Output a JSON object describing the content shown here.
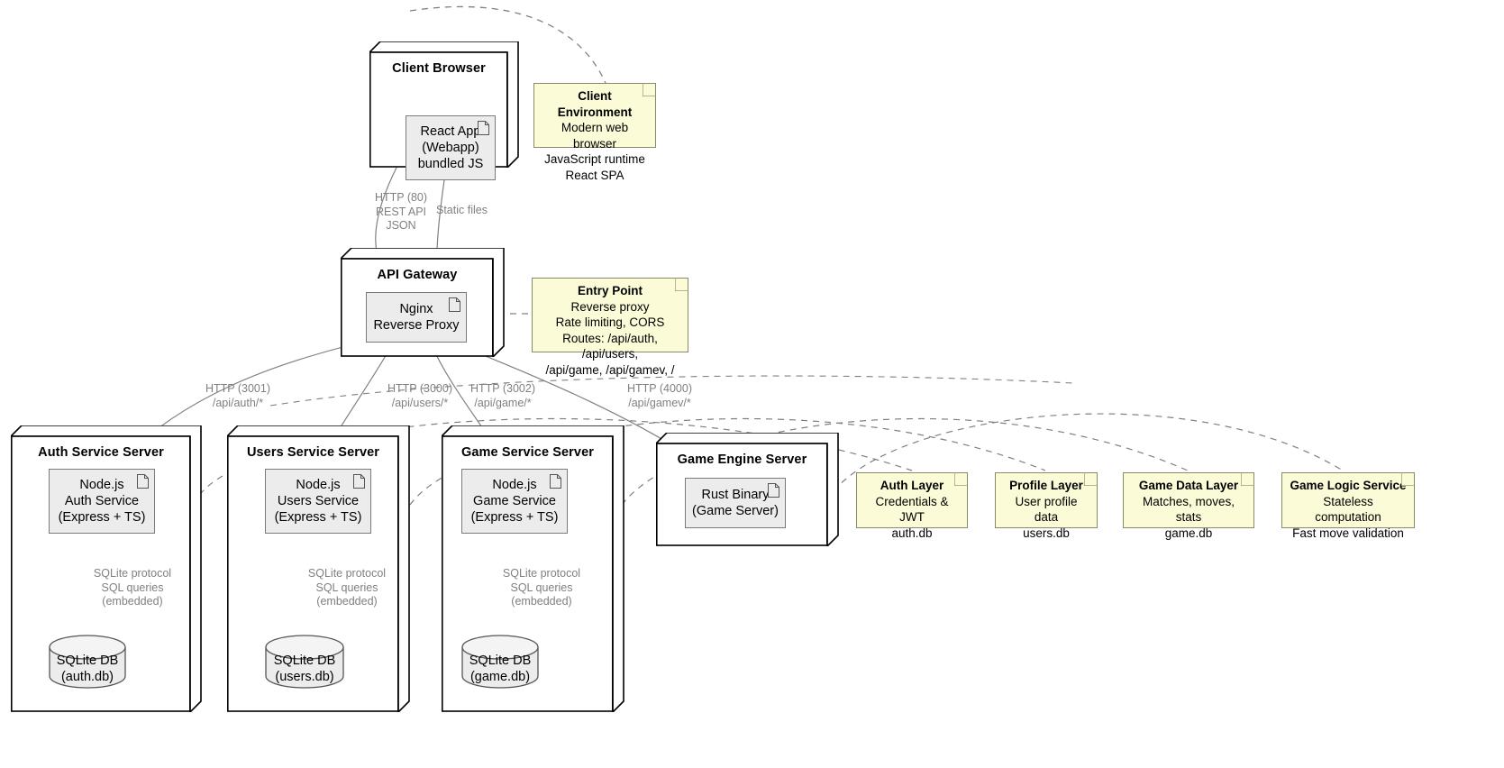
{
  "diagram": {
    "type": "uml-deployment",
    "title": "Service architecture deployment diagram"
  },
  "nodes": [
    {
      "id": "client-browser",
      "title": "Client Browser",
      "component": "React App\n(Webapp)\nbundled JS"
    },
    {
      "id": "api-gateway",
      "title": "API Gateway",
      "component": "Nginx\nReverse Proxy"
    },
    {
      "id": "auth-service-server",
      "title": "Auth Service Server",
      "component": "Node.js\nAuth Service\n(Express + TS)",
      "database": "SQLite DB\n(auth.db)",
      "db_edge_label": "SQLite protocol\nSQL queries\n(embedded)"
    },
    {
      "id": "users-service-server",
      "title": "Users Service Server",
      "component": "Node.js\nUsers Service\n(Express + TS)",
      "database": "SQLite DB\n(users.db)",
      "db_edge_label": "SQLite protocol\nSQL queries\n(embedded)"
    },
    {
      "id": "game-service-server",
      "title": "Game Service Server",
      "component": "Node.js\nGame Service\n(Express + TS)",
      "database": "SQLite DB\n(game.db)",
      "db_edge_label": "SQLite protocol\nSQL queries\n(embedded)"
    },
    {
      "id": "game-engine-server",
      "title": "Game Engine Server",
      "component": "Rust Binary\n(Game Server)"
    }
  ],
  "notes": [
    {
      "id": "client-environment",
      "title": "Client Environment",
      "lines": [
        "Modern web browser",
        "JavaScript runtime",
        "React SPA"
      ]
    },
    {
      "id": "entry-point",
      "title": "Entry Point",
      "lines": [
        "Reverse proxy",
        "Rate limiting, CORS",
        "Routes: /api/auth, /api/users,",
        "/api/game, /api/gamev, /"
      ]
    },
    {
      "id": "auth-layer",
      "title": "Auth Layer",
      "lines": [
        "Credentials & JWT",
        "auth.db"
      ]
    },
    {
      "id": "profile-layer",
      "title": "Profile Layer",
      "lines": [
        "User profile data",
        "users.db"
      ]
    },
    {
      "id": "game-data-layer",
      "title": "Game Data Layer",
      "lines": [
        "Matches, moves, stats",
        "game.db"
      ]
    },
    {
      "id": "game-logic-service",
      "title": "Game Logic Service",
      "lines": [
        "Stateless computation",
        "Fast move validation"
      ]
    }
  ],
  "edge_labels": {
    "browser_to_gateway": "HTTP (80)\nREST API\nJSON",
    "gateway_to_browser": "Static files",
    "gateway_to_auth": "HTTP (3001)\n/api/auth/*",
    "gateway_to_users": "HTTP (3000)\n/api/users/*",
    "gateway_to_game": "HTTP (3002)\n/api/game/*",
    "gateway_to_engine": "HTTP (4000)\n/api/gamev/*"
  },
  "colors": {
    "note_fill": "#fbfbd8",
    "note_border": "#8a8a6a",
    "component_fill": "#ececec",
    "component_border": "#7a7a7a",
    "node_border": "#000000",
    "edge": "#808080",
    "edge_label": "#808080"
  }
}
